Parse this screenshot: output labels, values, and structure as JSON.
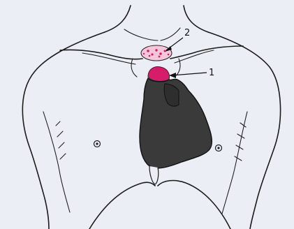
{
  "diagram": {
    "callouts": [
      {
        "id": "1",
        "label": "1"
      },
      {
        "id": "2",
        "label": "2"
      }
    ]
  },
  "colors": {
    "background": "#eceef5",
    "outline": "#1b1b1b",
    "heart": "#3a3a3a",
    "highlight": "#d61c6a"
  },
  "icons": {
    "nipple_left": "circle-dot",
    "nipple_right": "circle-dot"
  }
}
